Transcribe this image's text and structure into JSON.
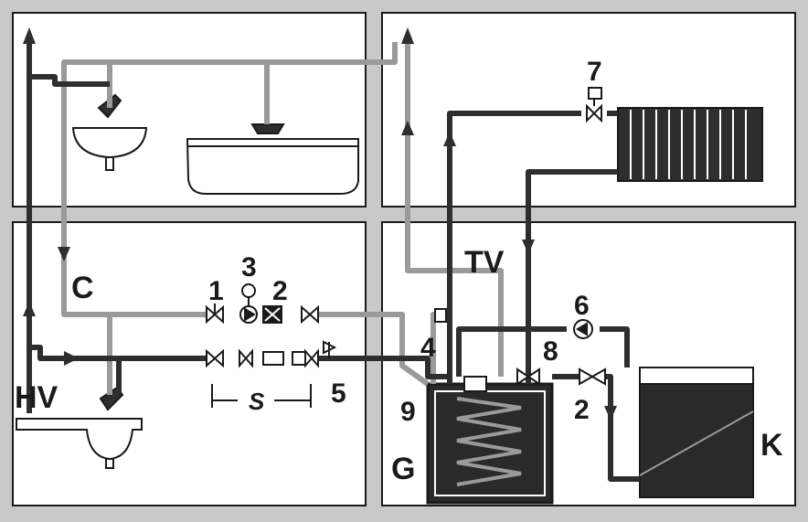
{
  "labels": {
    "hv": "HV",
    "c": "C",
    "tv": "TV",
    "g": "G",
    "k": "K",
    "s": "S",
    "n1": "1",
    "n2a": "2",
    "n2b": "2",
    "n3": "3",
    "n4": "4",
    "n5": "5",
    "n6": "6",
    "n7": "7",
    "n8": "8",
    "n9": "9"
  },
  "colors": {
    "background": "#c9c9c9",
    "room": "#ffffff",
    "pipe_hot": "#2e2e2e",
    "pipe_cold": "#9a9a9a",
    "tank": "#2a2a2a",
    "outline": "#1a1a1a"
  }
}
